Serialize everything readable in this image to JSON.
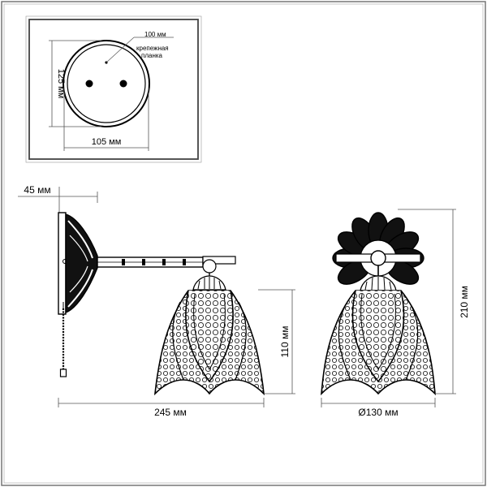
{
  "mount_plate_view": {
    "height_label": "125 мм",
    "width_label": "105 мм",
    "hole_label": "100 мм",
    "bracket_label_line1": "крепежная",
    "bracket_label_line2": "планка"
  },
  "side_view": {
    "depth_label": "45 мм",
    "length_label": "245 мм",
    "shade_height_label": "110 мм"
  },
  "front_view": {
    "total_height_label": "210 мм",
    "diameter_label": "Ø130 мм"
  }
}
